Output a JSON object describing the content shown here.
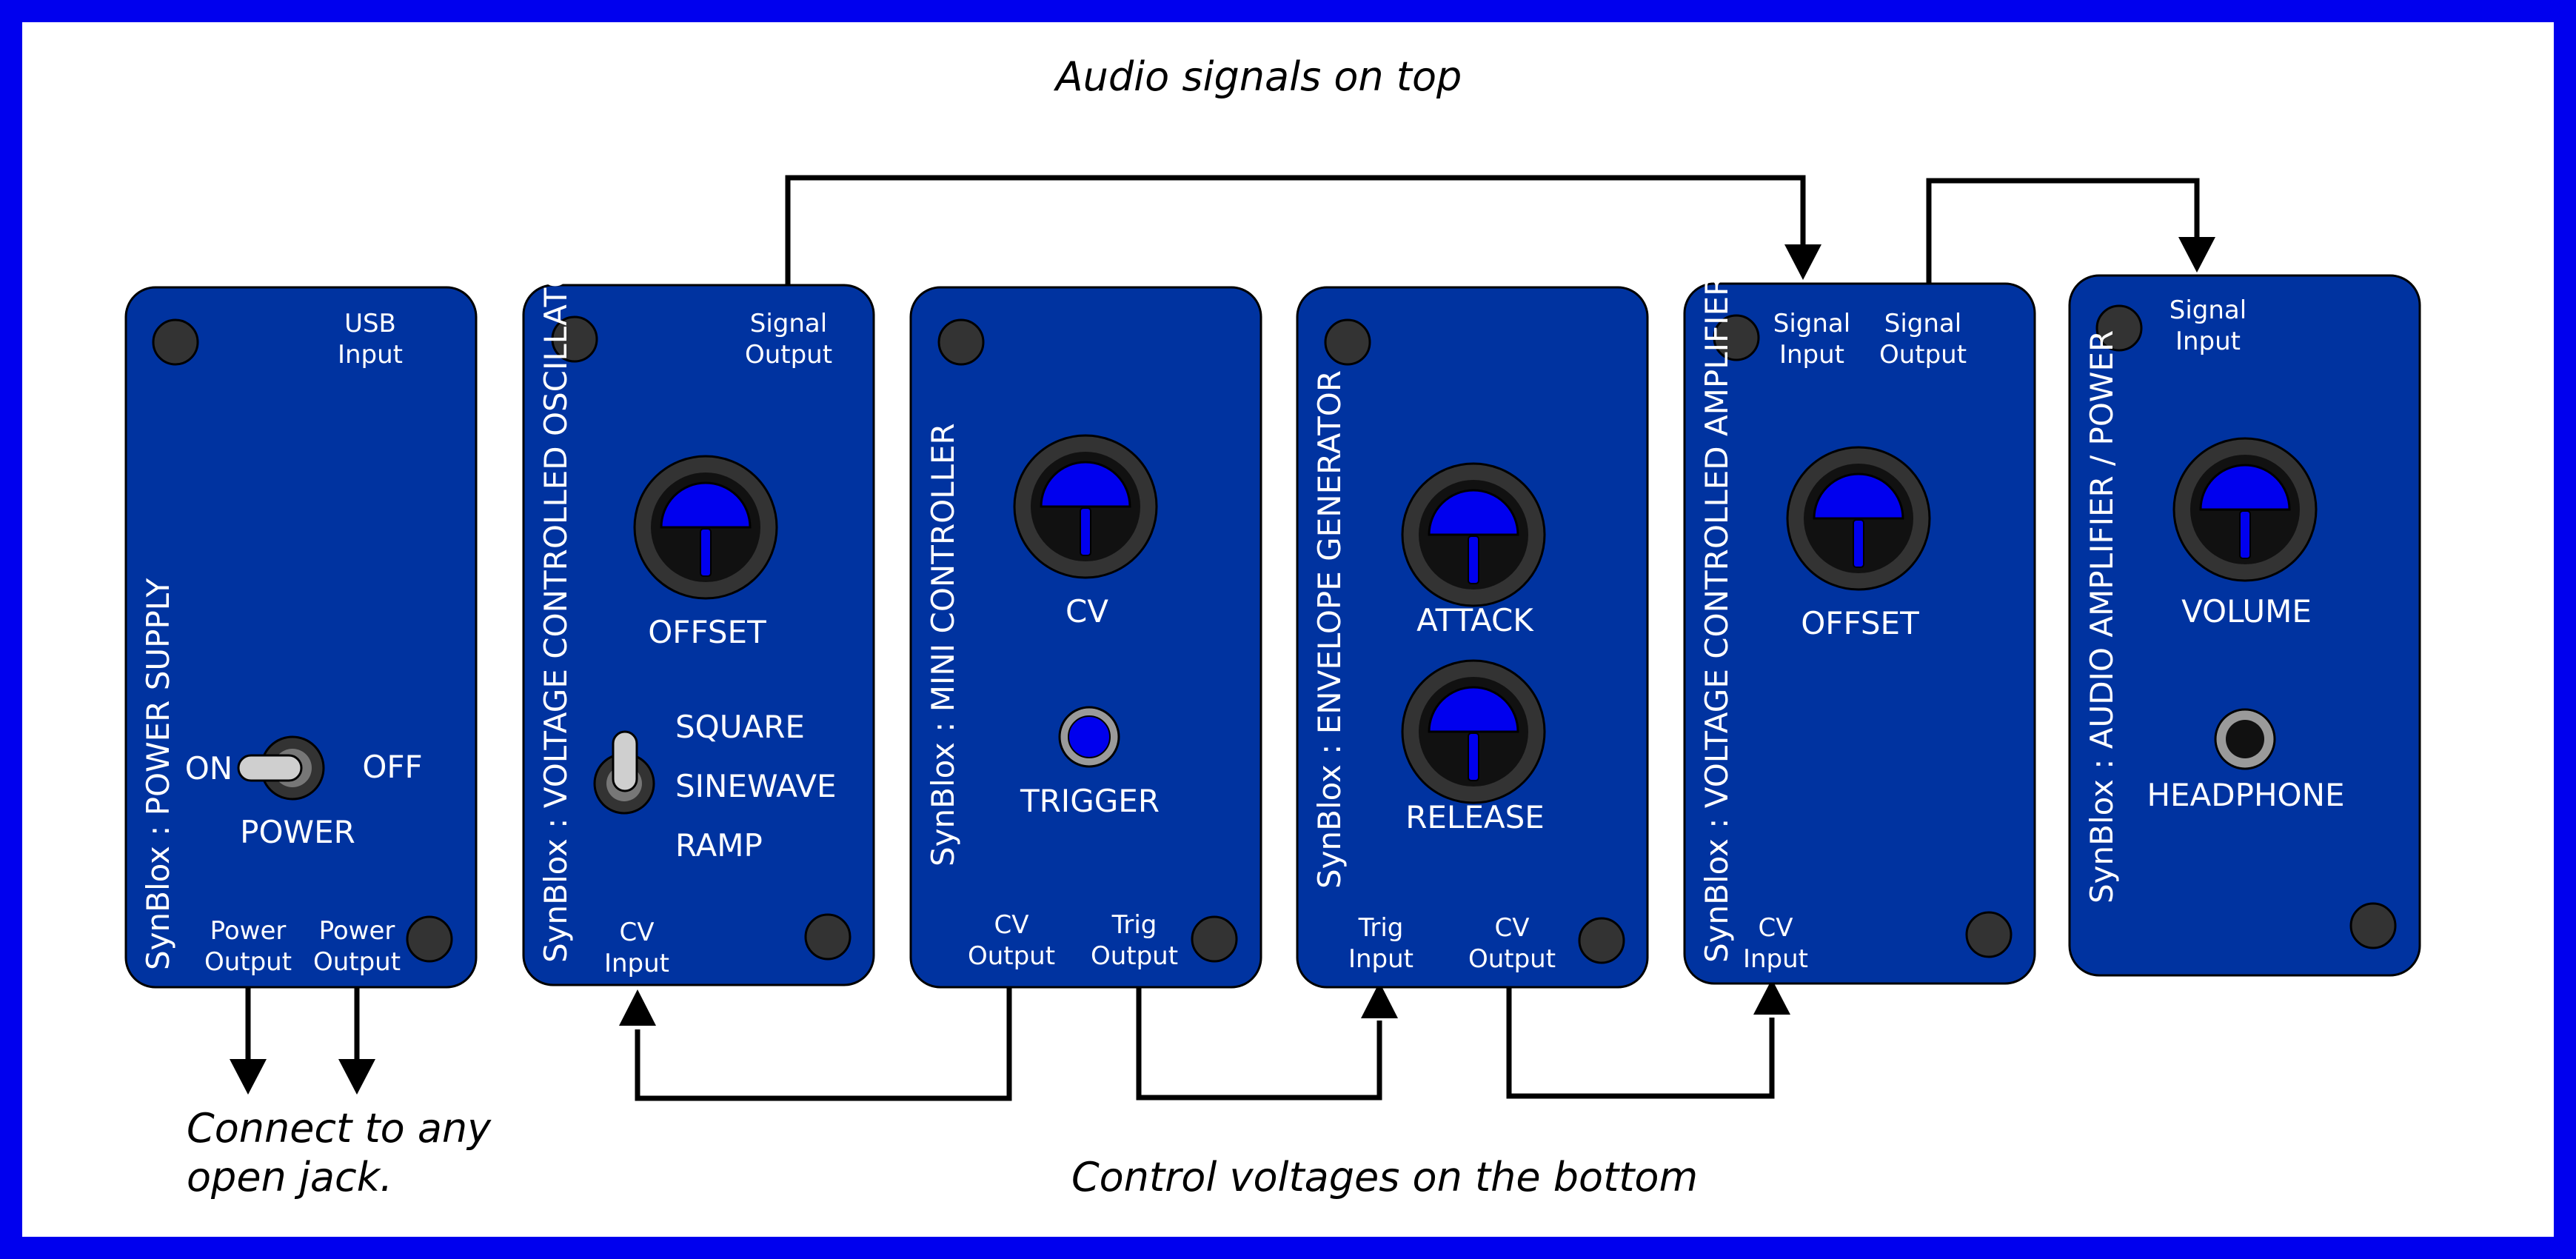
{
  "colors": {
    "frame": "#0000ee",
    "panel": "#0033a0",
    "panel_outline": "#000000",
    "knob_outer": "#333333",
    "knob_face": "#111111",
    "knob_pointer": "#0000ee",
    "hole": "#333333",
    "text": "#ffffff",
    "wire": "#000000"
  },
  "captions": {
    "top": "Audio signals on top",
    "bottom": "Control voltages on the bottom",
    "power_note_line1": "Connect to any",
    "power_note_line2": "open jack."
  },
  "modules": {
    "power_supply": {
      "title": "SynBlox : POWER SUPPLY",
      "usb_line1": "USB",
      "usb_line2": "Input",
      "switch_on": "ON",
      "switch_off": "OFF",
      "switch_label": "POWER",
      "out1_line1": "Power",
      "out1_line2": "Output",
      "out2_line1": "Power",
      "out2_line2": "Output"
    },
    "vco": {
      "title": "SynBlox : VOLTAGE CONTROLLED OSCILLATOR",
      "signal_out_line1": "Signal",
      "signal_out_line2": "Output",
      "knob_label": "OFFSET",
      "wave_options": [
        "SQUARE",
        "SINEWAVE",
        "RAMP"
      ],
      "cv_in_line1": "CV",
      "cv_in_line2": "Input"
    },
    "mini_controller": {
      "title": "SynBlox : MINI CONTROLLER",
      "knob_label": "CV",
      "button_label": "TRIGGER",
      "cv_out_line1": "CV",
      "cv_out_line2": "Output",
      "trig_out_line1": "Trig",
      "trig_out_line2": "Output"
    },
    "envelope": {
      "title": "SynBlox : ENVELOPE GENERATOR",
      "knob1_label": "ATTACK",
      "knob2_label": "RELEASE",
      "trig_in_line1": "Trig",
      "trig_in_line2": "Input",
      "cv_out_line1": "CV",
      "cv_out_line2": "Output"
    },
    "vca": {
      "title": "SynBlox : VOLTAGE CONTROLLED AMPLIFIER",
      "signal_in_line1": "Signal",
      "signal_in_line2": "Input",
      "signal_out_line1": "Signal",
      "signal_out_line2": "Output",
      "knob_label": "OFFSET",
      "cv_in_line1": "CV",
      "cv_in_line2": "Input"
    },
    "amp": {
      "title": "SynBlox : AUDIO AMPLIFIER / POWER",
      "signal_in_line1": "Signal",
      "signal_in_line2": "Input",
      "knob_label": "VOLUME",
      "jack_label": "HEADPHONE"
    }
  }
}
